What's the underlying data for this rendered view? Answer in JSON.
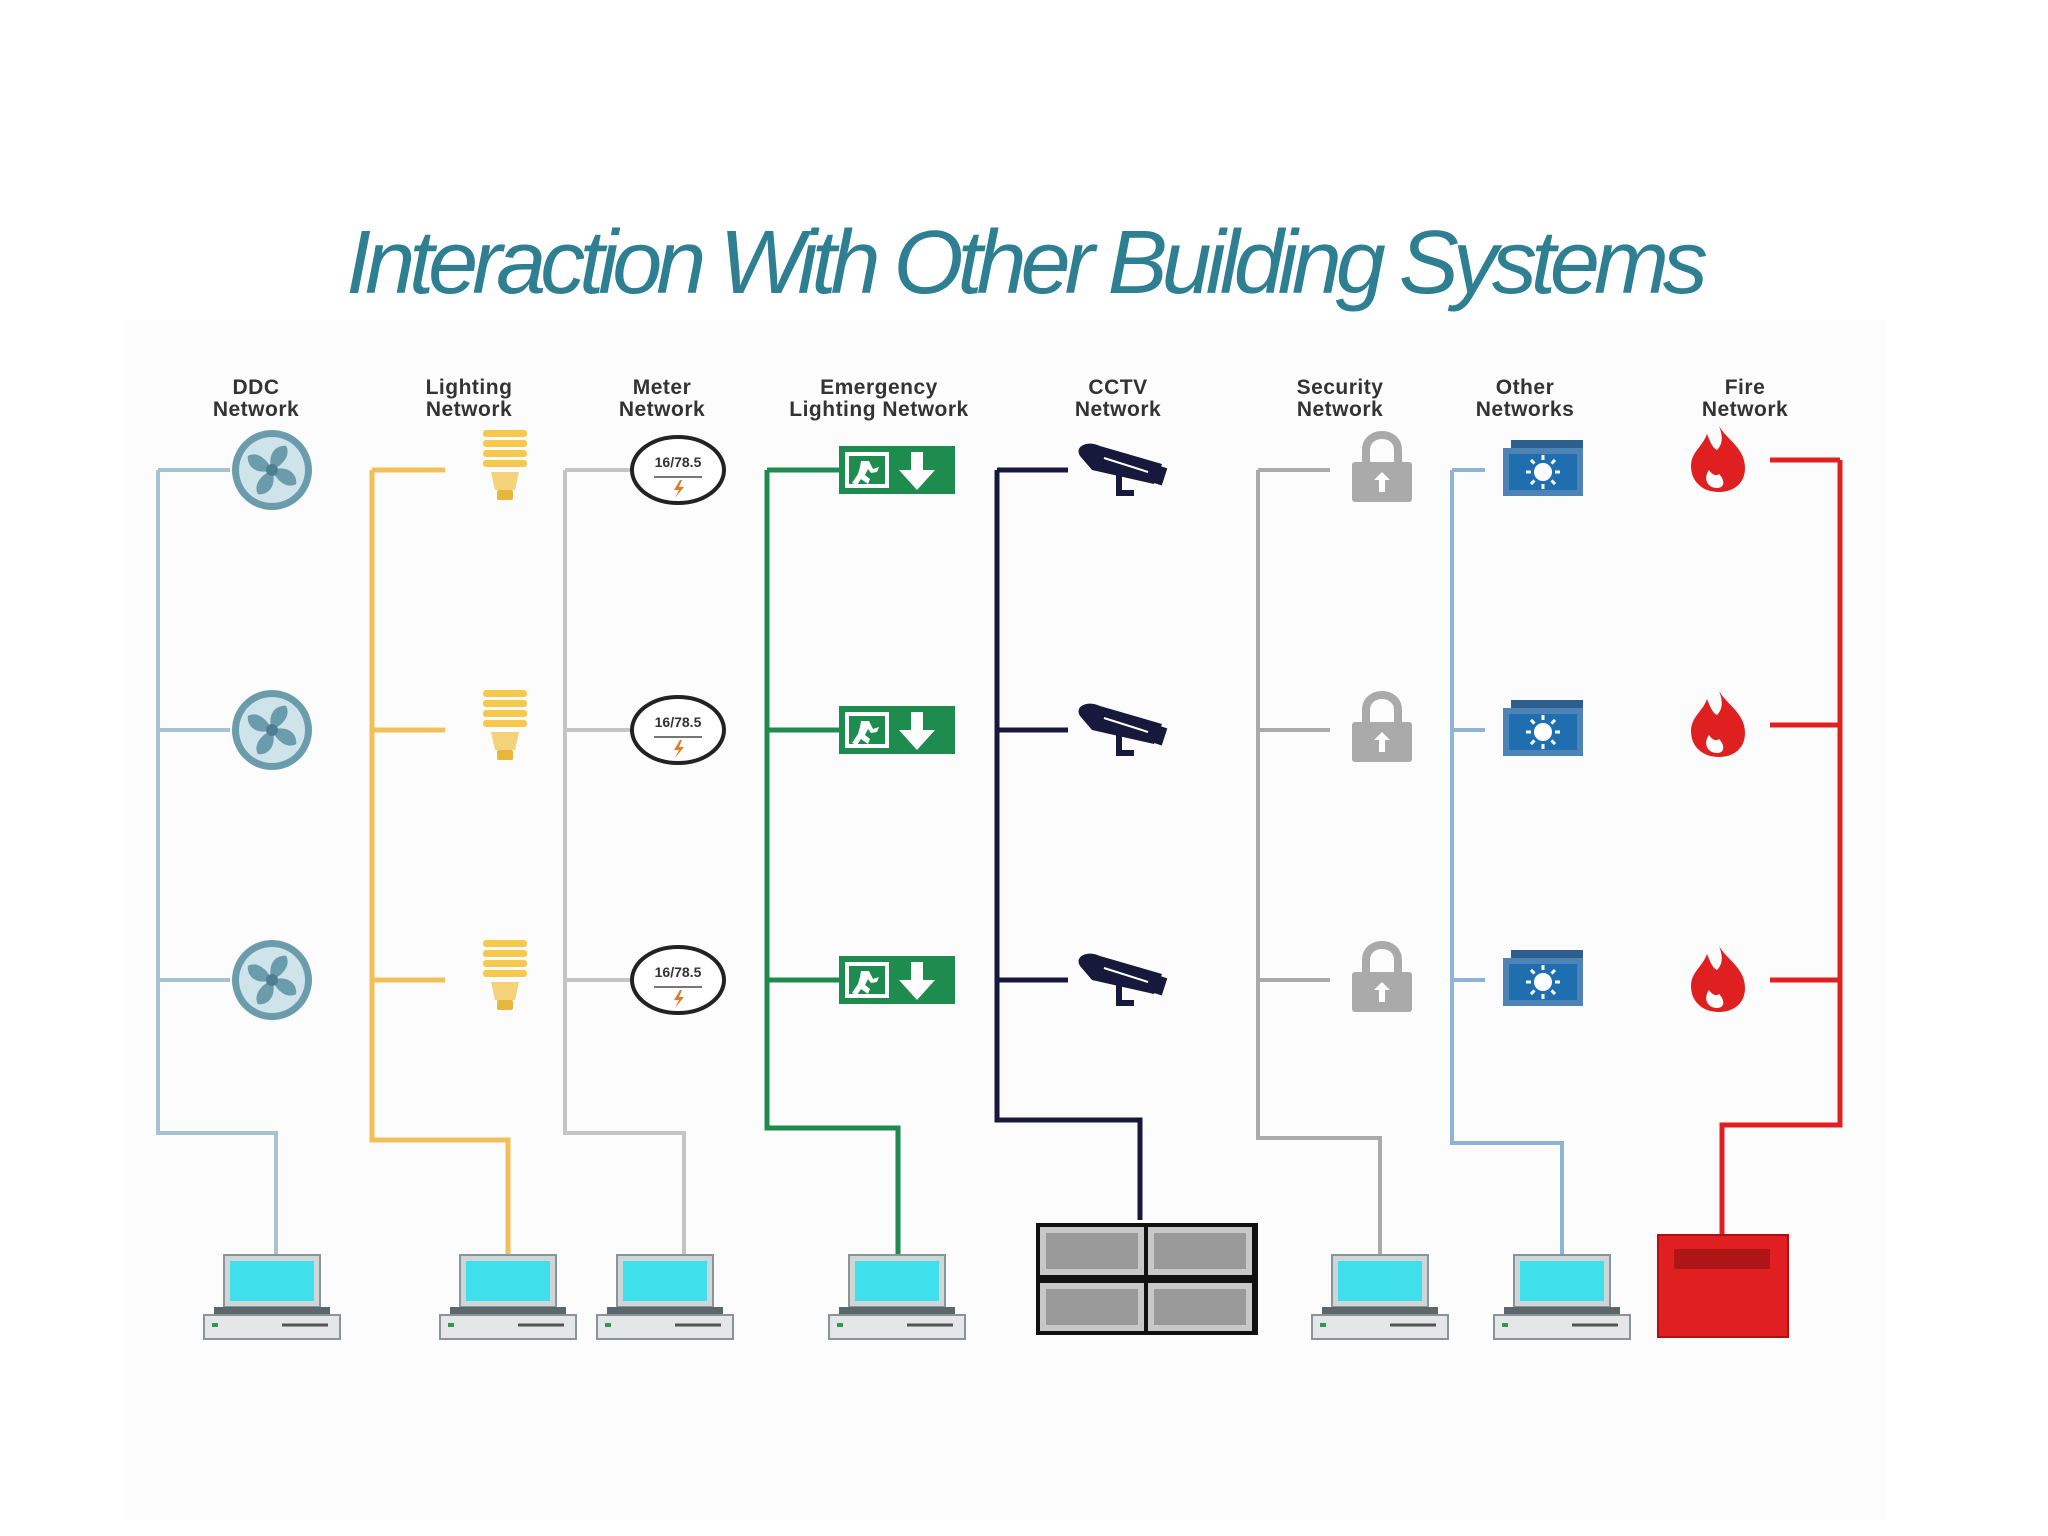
{
  "title": "Interaction With Other Building Systems",
  "colors": {
    "title": "#2f7f93",
    "ddc": "#a6c2d2",
    "lighting": "#f2c05a",
    "meter": "#c4c4c4",
    "emergency": "#1e8b4f",
    "cctv": "#16193b",
    "security": "#aaaaaa",
    "other": "#8fb3d4",
    "fire": "#e02020"
  },
  "networks": [
    {
      "id": "ddc",
      "label_line1": "DDC",
      "label_line2": "Network",
      "device_icon": "fan-icon",
      "terminal_icon": "computer-icon"
    },
    {
      "id": "lighting",
      "label_line1": "Lighting",
      "label_line2": "Network",
      "device_icon": "light-bulb-icon",
      "terminal_icon": "computer-icon"
    },
    {
      "id": "meter",
      "label_line1": "Meter",
      "label_line2": "Network",
      "device_icon": "energy-meter-icon",
      "terminal_icon": "computer-icon"
    },
    {
      "id": "emergency",
      "label_line1": "Emergency",
      "label_line2": "Lighting Network",
      "device_icon": "exit-sign-icon",
      "terminal_icon": "computer-icon"
    },
    {
      "id": "cctv",
      "label_line1": "CCTV",
      "label_line2": "Network",
      "device_icon": "cctv-camera-icon",
      "terminal_icon": "monitor-wall-icon"
    },
    {
      "id": "security",
      "label_line1": "Security",
      "label_line2": "Network",
      "device_icon": "padlock-icon",
      "terminal_icon": "computer-icon"
    },
    {
      "id": "other",
      "label_line1": "Other",
      "label_line2": "Networks",
      "device_icon": "network-switch-icon",
      "terminal_icon": "computer-icon"
    },
    {
      "id": "fire",
      "label_line1": "Fire",
      "label_line2": "Network",
      "device_icon": "flame-icon",
      "terminal_icon": "fire-panel-icon"
    }
  ],
  "meter_readings": [
    "16/78.5",
    "16/78.5",
    "16/78.5"
  ]
}
